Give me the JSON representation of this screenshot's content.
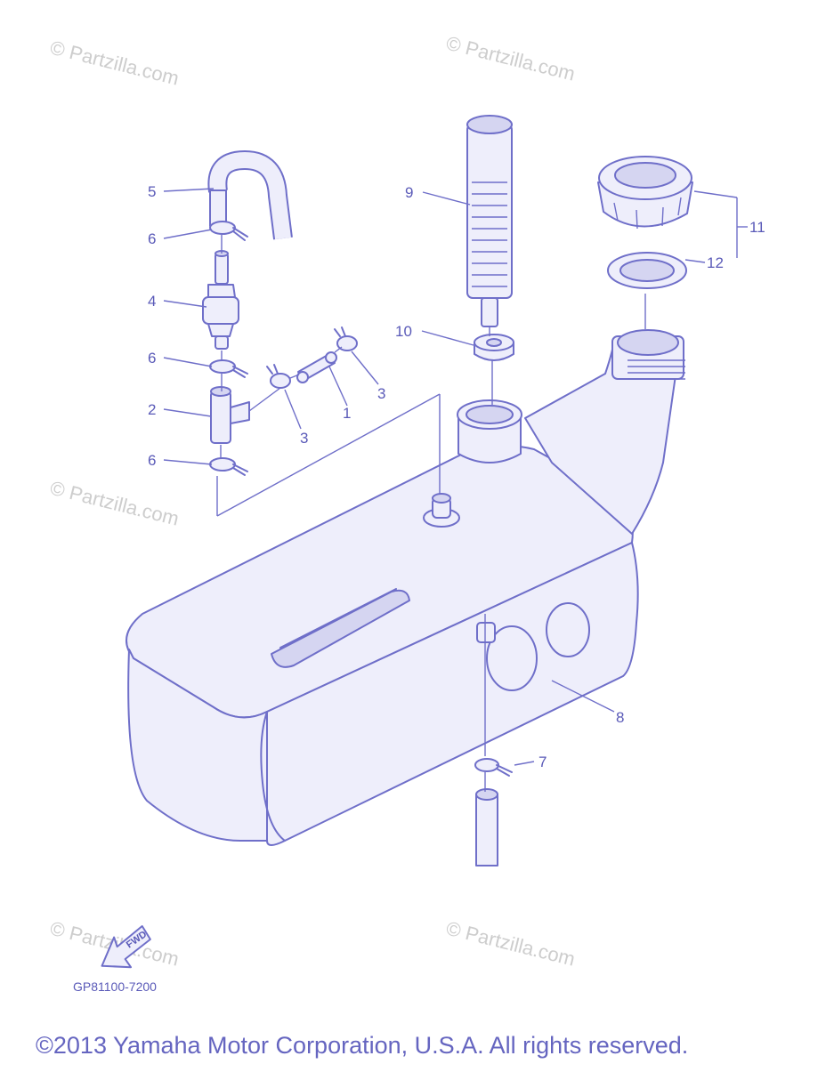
{
  "watermark": "© Partzilla.com",
  "callouts": {
    "c1": "1",
    "c2": "2",
    "c3a": "3",
    "c3b": "3",
    "c4": "4",
    "c5": "5",
    "c6a": "6",
    "c6b": "6",
    "c6c": "6",
    "c7": "7",
    "c8": "8",
    "c9": "9",
    "c10": "10",
    "c11": "11",
    "c12": "12"
  },
  "fwd_label": "FWD",
  "diagram_code": "GP81100-7200",
  "copyright": "©2013 Yamaha Motor Corporation, U.S.A. All rights reserved.",
  "colors": {
    "line": "#6f6fc9",
    "fill": "#eeeefb",
    "text": "#5a5ab8",
    "watermark": "#cdcdcd"
  }
}
